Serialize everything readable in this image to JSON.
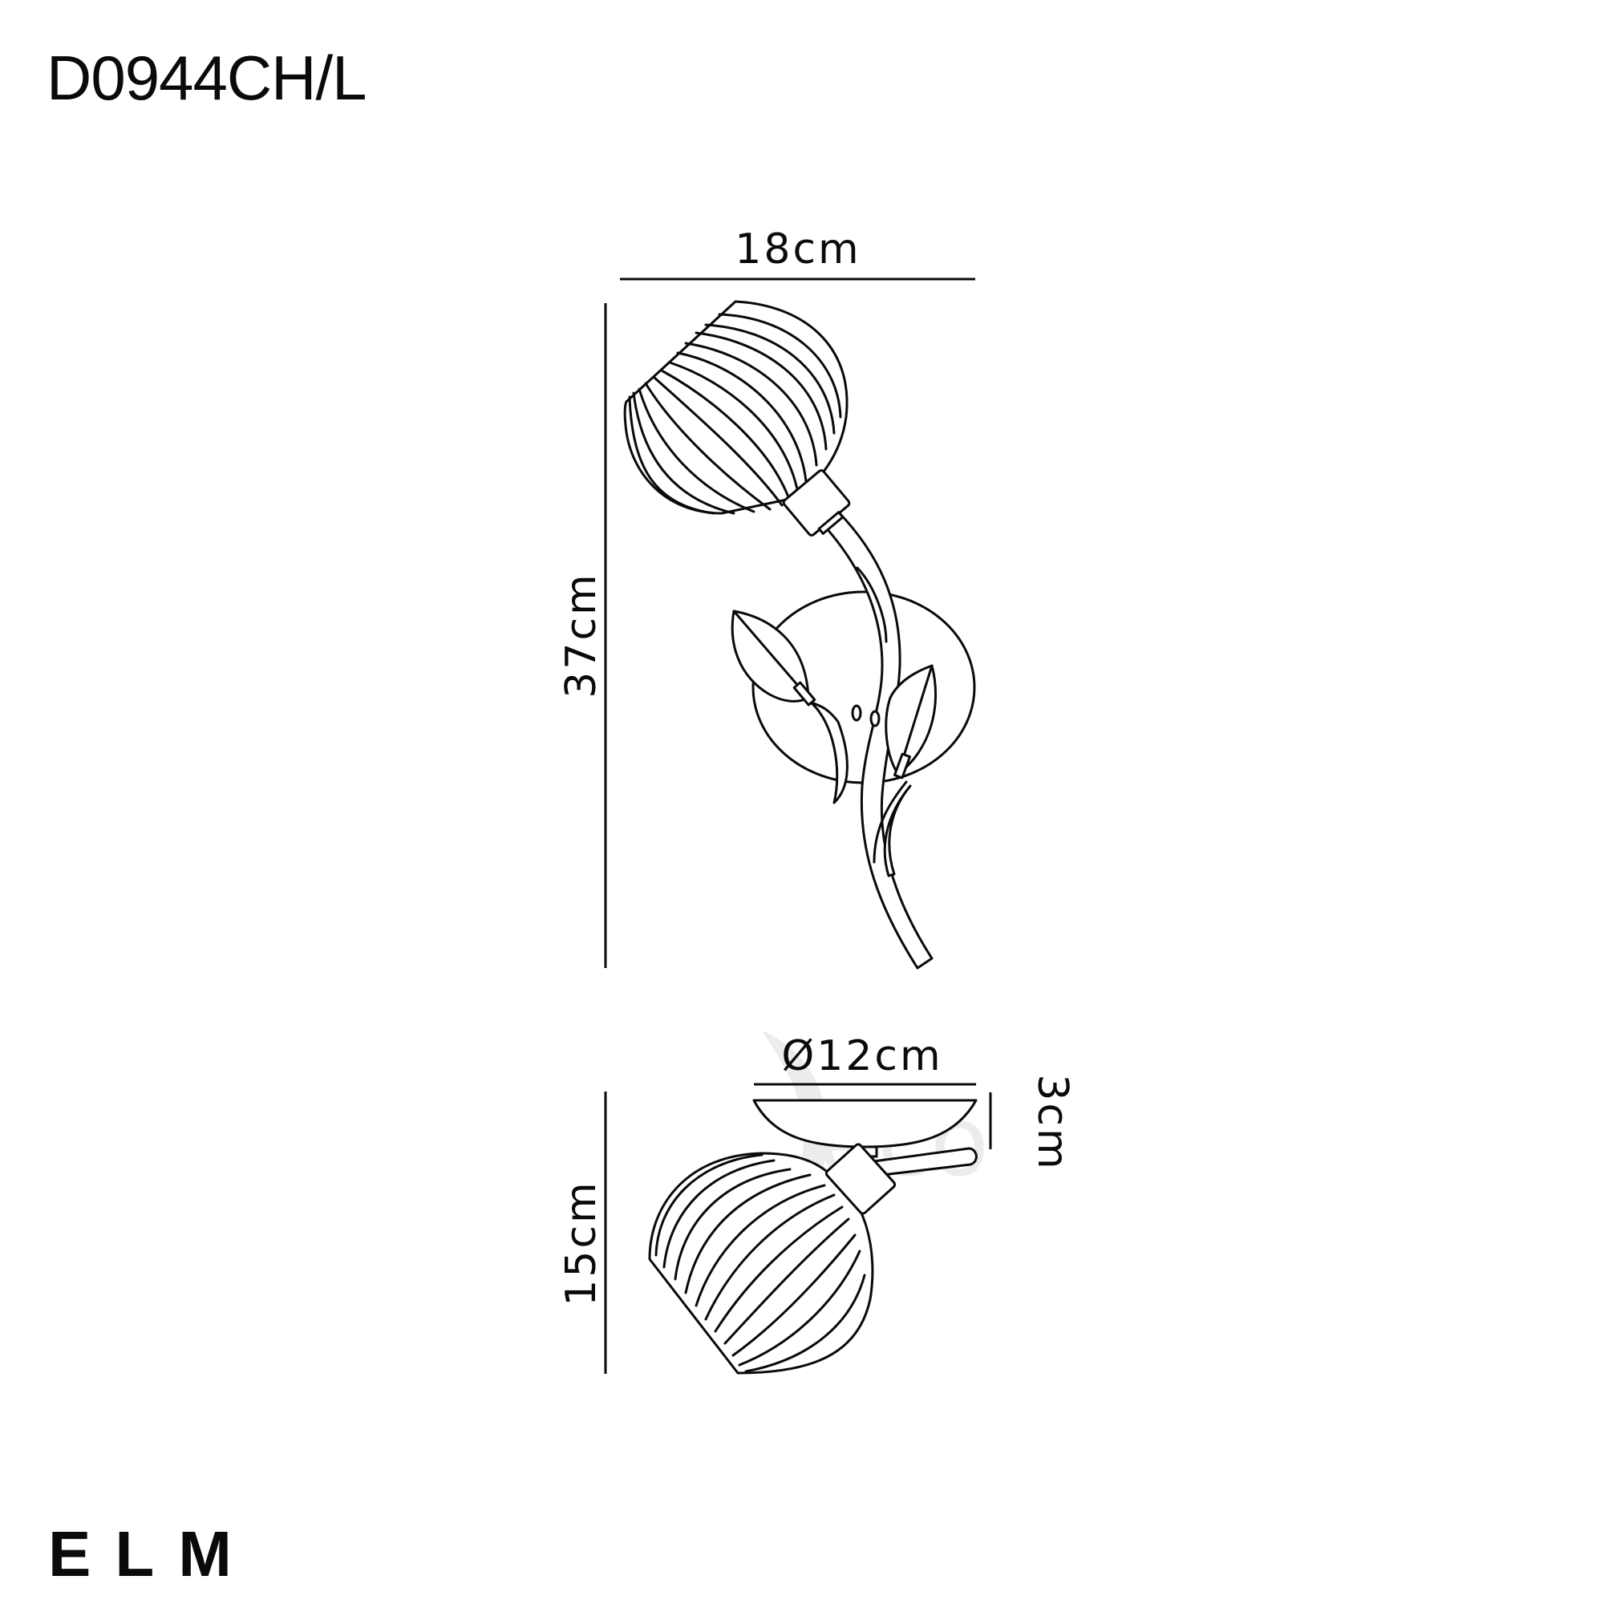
{
  "header": {
    "product_code": "D0944CH/L"
  },
  "footer": {
    "family_name": "ELM"
  },
  "watermark": {
    "text": "eco",
    "color": "#ececec"
  },
  "front_view": {
    "width_label": "18cm",
    "height_label": "37cm",
    "shade_rib_count": 14
  },
  "side_view": {
    "base_diameter_label": "Ø12cm",
    "base_depth_label": "3cm",
    "projection_label": "15cm"
  },
  "colors": {
    "line": "#0a0a0a",
    "background": "#ffffff"
  }
}
